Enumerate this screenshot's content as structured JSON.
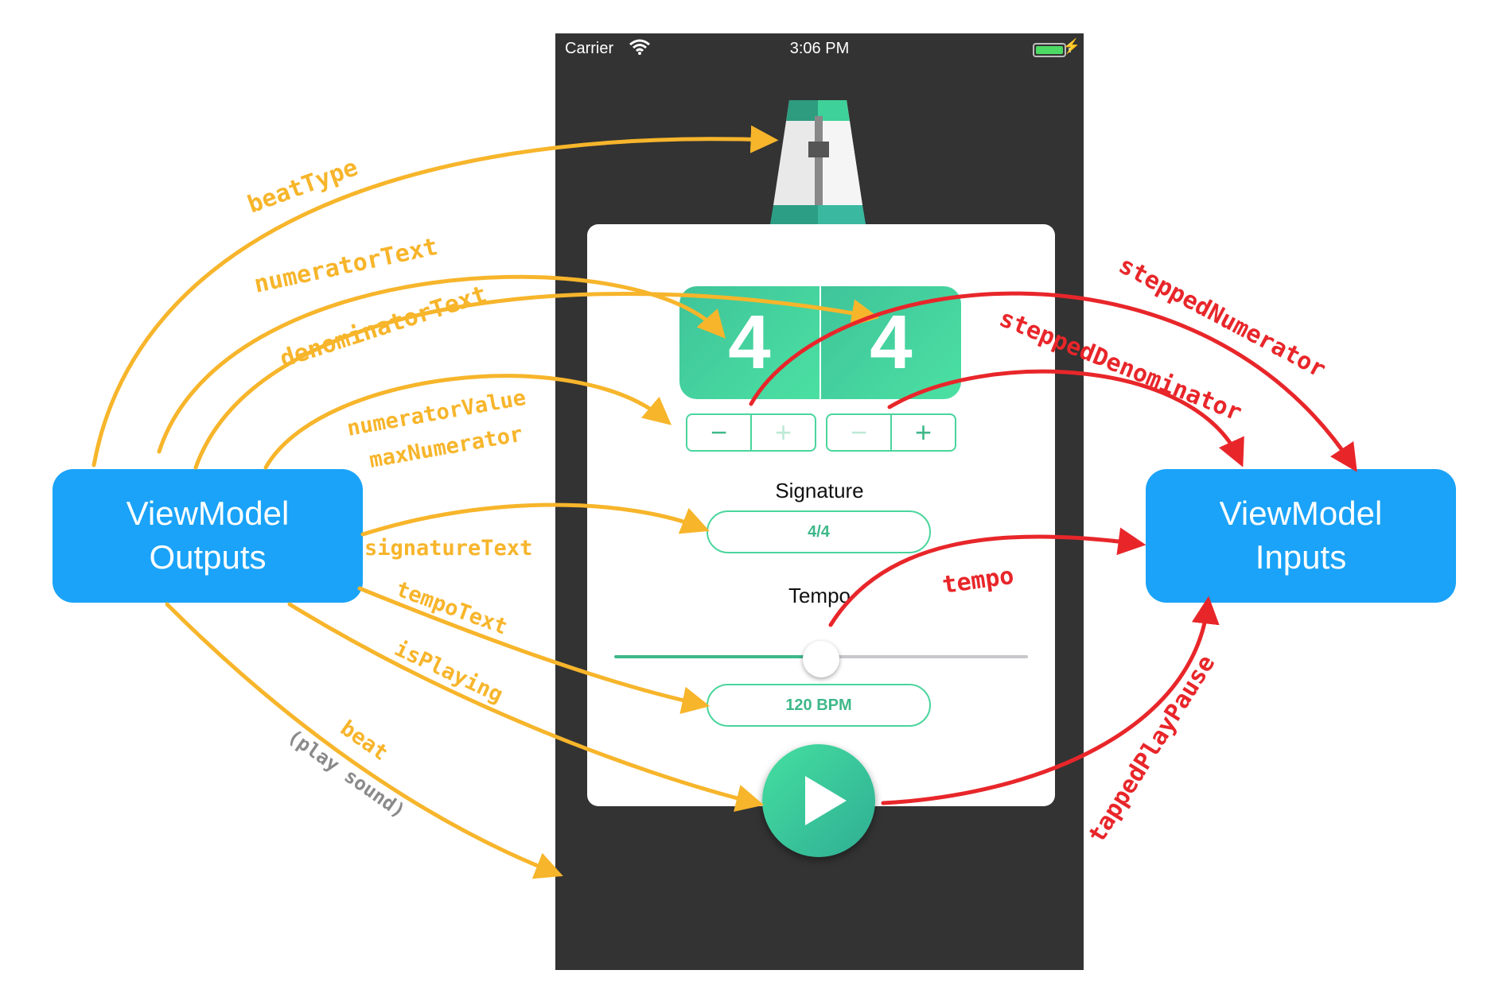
{
  "status_bar": {
    "carrier": "Carrier",
    "time": "3:06 PM"
  },
  "app": {
    "numerator": "4",
    "denominator": "4",
    "minus": "−",
    "plus": "+",
    "signature_title": "Signature",
    "signature_value": "4/4",
    "tempo_title": "Tempo",
    "tempo_value": "120 BPM",
    "tempo_fraction": 0.5
  },
  "outputs_box": {
    "line1": "ViewModel",
    "line2": "Outputs"
  },
  "inputs_box": {
    "line1": "ViewModel",
    "line2": "Inputs"
  },
  "output_labels": {
    "beatType": "beatType",
    "numeratorText": "numeratorText",
    "denominatorText": "denominatorText",
    "numeratorValue": "numeratorValue",
    "maxNumerator": "maxNumerator",
    "signatureText": "signatureText",
    "tempoText": "tempoText",
    "isPlaying": "isPlaying",
    "beat": "beat",
    "beat_note": "(play sound)"
  },
  "input_labels": {
    "steppedNumerator": "steppedNumerator",
    "steppedDenominator": "steppedDenominator",
    "tempo": "tempo",
    "tappedPlayPause": "tappedPlayPause"
  },
  "colors": {
    "output_arrow": "#f7b52b",
    "input_arrow": "#e8262a",
    "box": "#1aa3f8",
    "accent": "#3fb889",
    "phone": "#333333"
  }
}
